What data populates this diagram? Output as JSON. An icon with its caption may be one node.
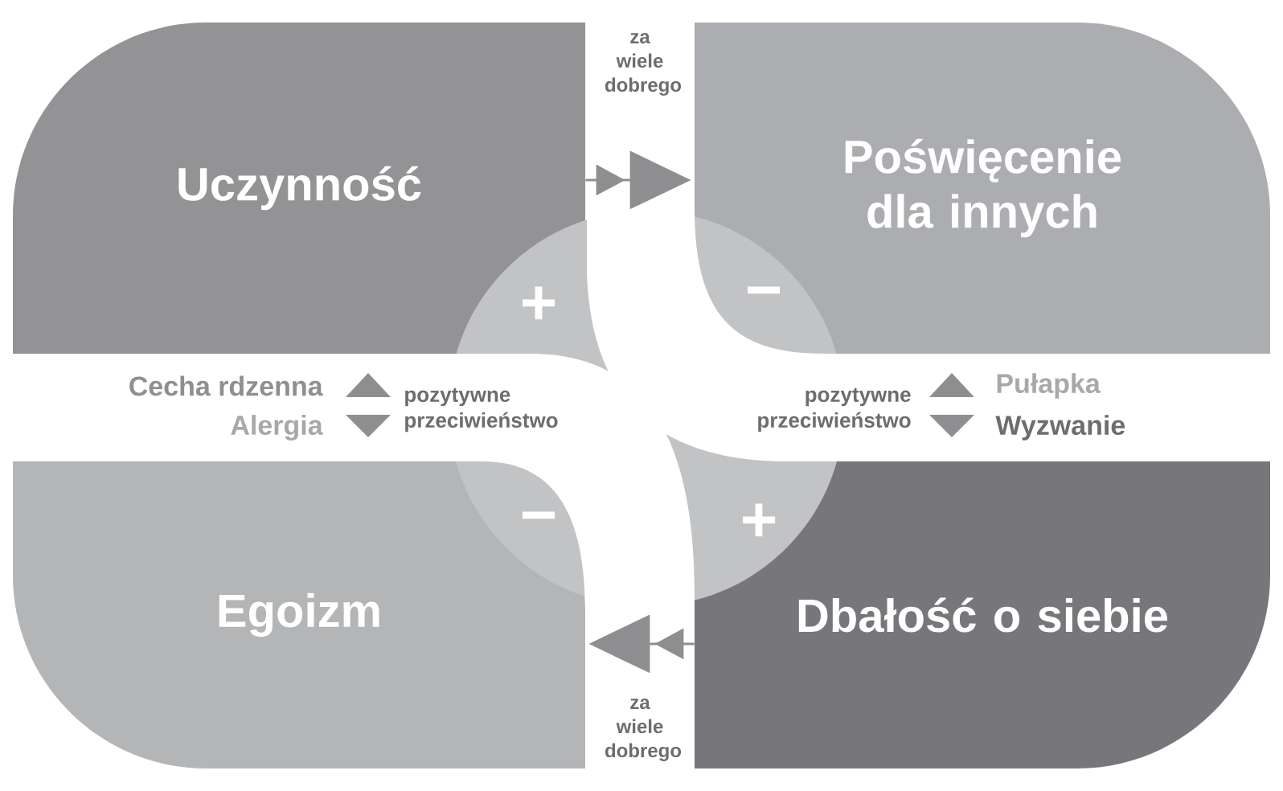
{
  "diagram": {
    "nodes": [
      {
        "text": [
          "Uczynność"
        ]
      },
      {
        "text": [
          "Poświęcenie dla innych"
        ]
      },
      {
        "text": [
          "Egoizm"
        ]
      },
      {
        "text": [
          "Dbałość o siebie"
        ]
      }
    ],
    "edges": [
      {
        "from": 0,
        "to": 1,
        "arrow": "to",
        "label": "za wiele dobrego"
      },
      {
        "from": 3,
        "to": 2,
        "arrow": "to",
        "label": "za wiele dobrego"
      }
    ],
    "labels": [
      "+",
      "−",
      "Cecha rdzenna",
      "pozytywne przeciwieństwo",
      "pozytywne przeciwieństwo",
      "Pułapka",
      "Alergia",
      "Wyzwanie",
      "−",
      "+"
    ]
  }
}
